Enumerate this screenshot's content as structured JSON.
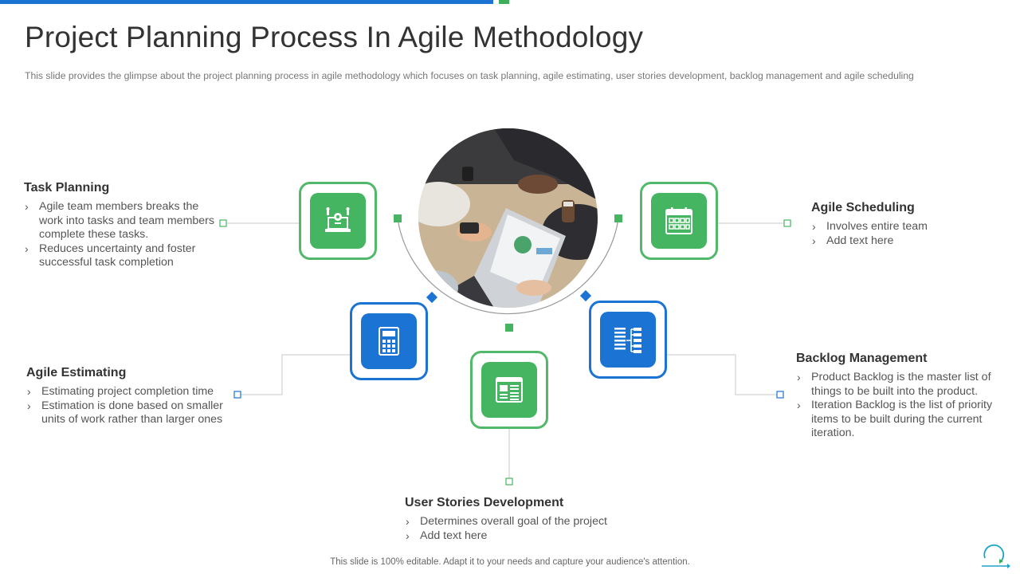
{
  "title": "Project Planning Process In Agile Methodology",
  "subtitle": "This slide provides  the glimpse about the project planning  process in agile methodology which focuses on task planning,  agile estimating, user stories development,  backlog management  and agile scheduling",
  "colors": {
    "accent_blue": "#1b73d3",
    "accent_green": "#45b562",
    "connector": "#c9c9c9",
    "text": "#333333"
  },
  "photo": {
    "icon": "meeting-photo"
  },
  "steps": {
    "task_planning": {
      "heading": "Task Planning",
      "icon": "robot-workstation-icon",
      "points": [
        "Agile team members breaks the work into tasks and team members complete these tasks.",
        "Reduces uncertainty and foster successful task completion"
      ]
    },
    "agile_estimating": {
      "heading": "Agile Estimating",
      "icon": "calculator-icon",
      "points": [
        "Estimating project completion time",
        "Estimation is done based on smaller units of work rather than larger ones"
      ]
    },
    "user_stories": {
      "heading": "User Stories Development",
      "icon": "document-window-icon",
      "points": [
        "Determines overall goal of the project",
        "Add text here"
      ]
    },
    "backlog_management": {
      "heading": "Backlog Management",
      "icon": "backlog-list-icon",
      "points": [
        "Product Backlog is the master list of things to be built into the product.",
        "Iteration Backlog is the list of priority items to be built during the current iteration."
      ]
    },
    "agile_scheduling": {
      "heading": "Agile Scheduling",
      "icon": "calendar-icon",
      "points": [
        "Involves entire team",
        "Add text here"
      ]
    }
  },
  "footer": "This slide is 100% editable. Adapt it to your needs and capture your audience's attention."
}
